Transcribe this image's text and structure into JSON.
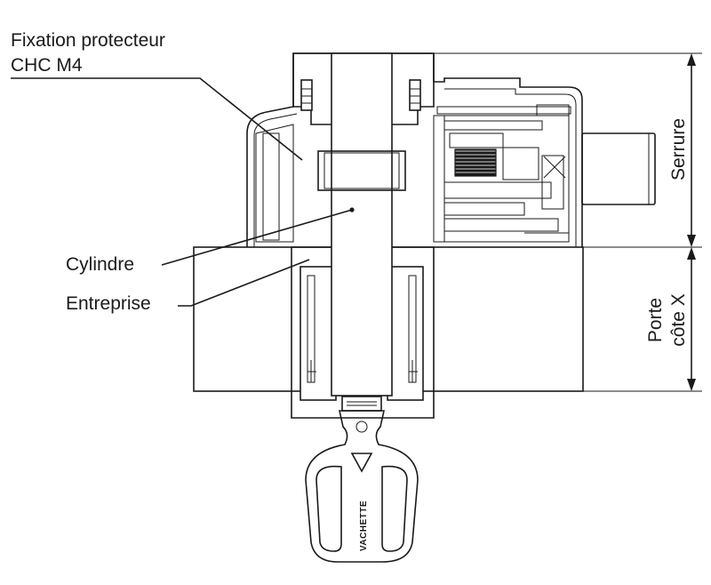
{
  "labels": {
    "fixation_line1": "Fixation protecteur",
    "fixation_line2": "CHC M4",
    "cylindre": "Cylindre",
    "entreprise": "Entreprise",
    "serrure": "Serrure",
    "porte_line1": "Porte",
    "porte_line2": "côte X"
  },
  "key_brand": "VACHETTE",
  "colors": {
    "ink": "#1a1a1a",
    "paper": "#ffffff"
  }
}
